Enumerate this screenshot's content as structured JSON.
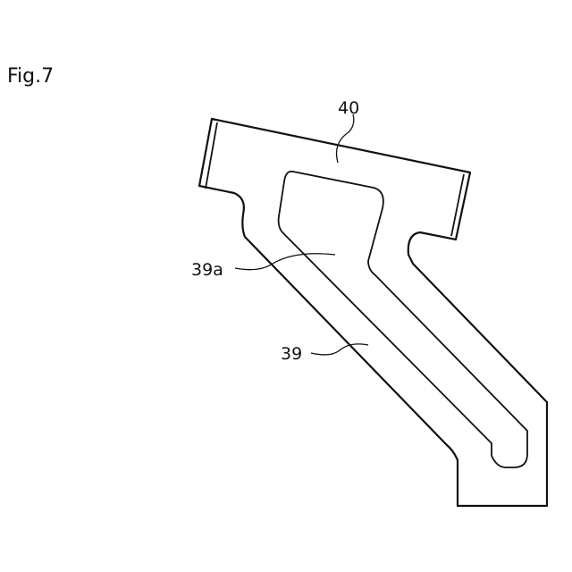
{
  "figure_label": "Fig.7",
  "reference_labels": {
    "part_40": "40",
    "part_39a": "39a",
    "part_39": "39"
  }
}
